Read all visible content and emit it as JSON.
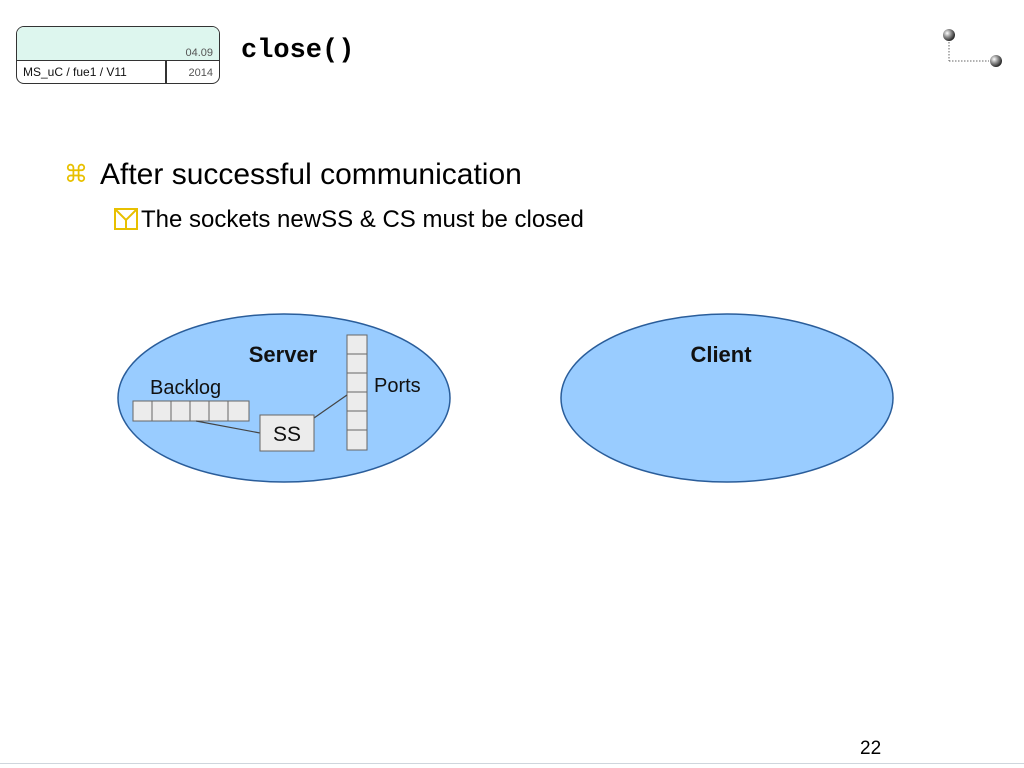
{
  "header": {
    "date_line1": "04.09",
    "date_line2": "2014",
    "course_label": "MS_uC / fue1 / V11"
  },
  "slide": {
    "title": "close()",
    "bullet1_glyph": "⌘",
    "bullet1_text": "After successful communication",
    "bullet2_glyph": "🖄",
    "bullet2_text": "The sockets newSS & CS must be closed",
    "page_number": "22"
  },
  "diagram": {
    "server_label": "Server",
    "backlog_label": "Backlog",
    "ports_label": "Ports",
    "ss_label": "SS",
    "client_label": "Client",
    "ellipse_fill": "#99ccff",
    "box_fill": "#ececec"
  }
}
